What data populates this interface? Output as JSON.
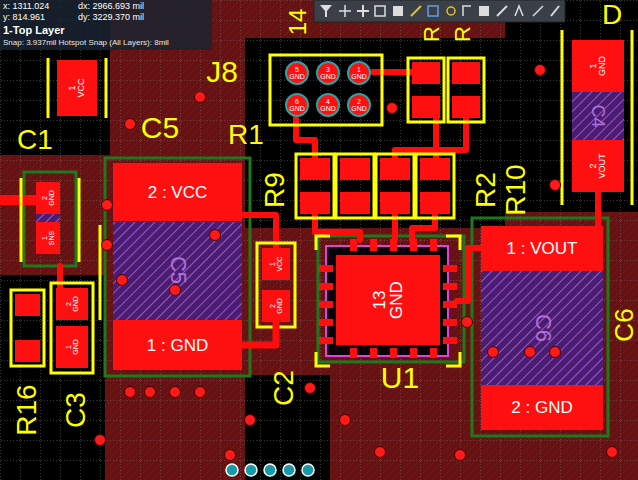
{
  "diagram": {
    "nodes": [
      {
        "text": [
          "1",
          "VCC"
        ]
      },
      {
        "text": [
          "5",
          "GND"
        ]
      },
      {
        "text": [
          "3",
          "GND"
        ]
      },
      {
        "text": [
          "1",
          "GND"
        ]
      },
      {
        "text": [
          "6",
          "GND"
        ]
      },
      {
        "text": [
          "4",
          "GND"
        ]
      },
      {
        "text": [
          "2",
          "GND"
        ]
      },
      {
        "text": [
          "1",
          "GND"
        ]
      },
      {
        "text": [
          "2 : VCC"
        ]
      },
      {
        "text": [
          "2",
          "VOUT"
        ]
      },
      {
        "text": [
          "2",
          "GND"
        ]
      },
      {
        "text": [
          "1",
          "SNS"
        ]
      },
      {
        "text": [
          "1 : VOUT"
        ]
      },
      {
        "text": [
          "1",
          "VCC"
        ]
      },
      {
        "text": [
          "13",
          "GND"
        ]
      },
      {
        "text": [
          "2",
          "GND"
        ]
      },
      {
        "text": [
          "2",
          "GND"
        ]
      },
      {
        "text": [
          "1",
          "GND"
        ]
      },
      {
        "text": [
          "1 : GND"
        ]
      },
      {
        "text": [
          "2 : GND"
        ]
      }
    ],
    "edges": [
      {
        "from": 18,
        "to": 16,
        "arrow": "none"
      }
    ],
    "labels": [
      "x: 1311.024",
      "dx: 2966.693 mil",
      "y: 814.961",
      "dy: 3229.370 mil",
      "1-Top Layer",
      "Snap: 3.937mil Hotspot Snap (All Layers): 8mil",
      "J8",
      "C5",
      "C1",
      "R1",
      "R9",
      "R2",
      "R10",
      "C2",
      "U1",
      "R16",
      "C3",
      "C6",
      "14",
      "R",
      "R",
      "D",
      "C4",
      "C5",
      "C6"
    ]
  }
}
